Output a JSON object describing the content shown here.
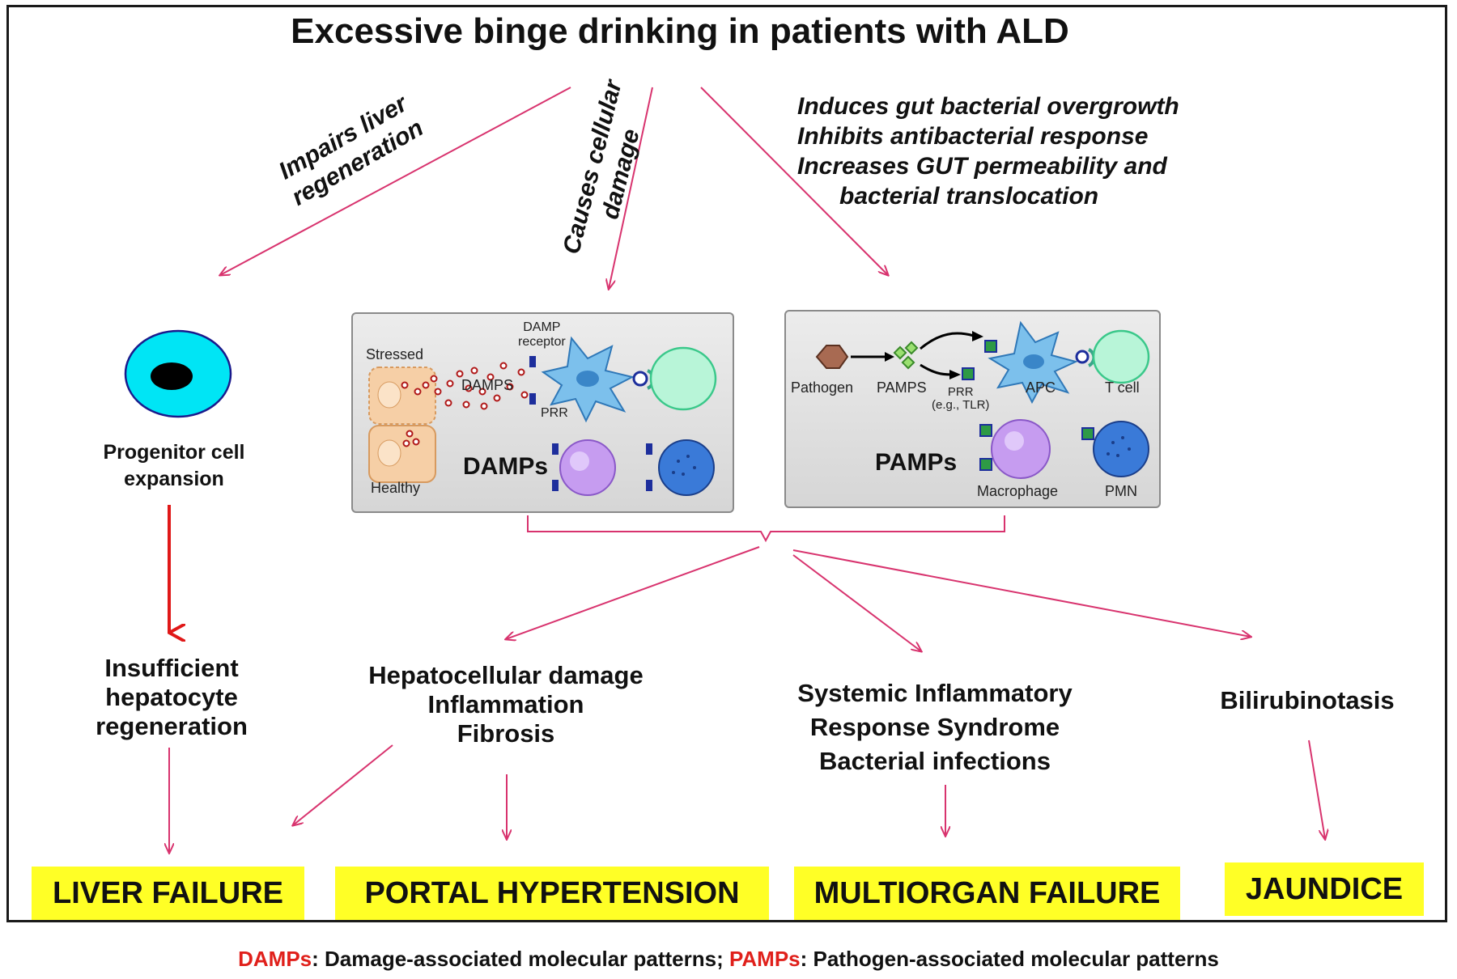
{
  "title": "Excessive binge drinking in patients with ALD",
  "branches": {
    "left": "Impairs liver regeneration",
    "left_line1": "Impairs liver",
    "left_line2": "regeneration",
    "middle_line1": "Causes cellular",
    "middle_line2": "damage",
    "right_lines": [
      "Induces gut bacterial overgrowth",
      "Inhibits antibacterial response",
      "Increases GUT permeability and",
      "bacterial translocation"
    ]
  },
  "progenitor": {
    "line1": "Progenitor cell",
    "line2": "expansion"
  },
  "damps_panel": {
    "stressed": "Stressed",
    "healthy": "Healthy",
    "damp_receptor_line1": "DAMP",
    "damp_receptor_line2": "receptor",
    "damps_small": "DAMPS",
    "prr": "PRR",
    "label": "DAMPs"
  },
  "pamps_panel": {
    "pathogen": "Pathogen",
    "pamps_small": "PAMPS",
    "prr": "PRR",
    "prr_example": "(e.g., TLR)",
    "apc": "APC",
    "tcell": "T cell",
    "macrophage": "Macrophage",
    "pmn": "PMN",
    "label": "PAMPs"
  },
  "consequences": {
    "regen": [
      "Insufficient",
      "hepatocyte",
      "regeneration"
    ],
    "hepato": [
      "Hepatocellular damage",
      "Inflammation",
      "Fibrosis"
    ],
    "sirs": [
      "Systemic Inflammatory",
      "Response Syndrome",
      "Bacterial infections"
    ],
    "bili": "Bilirubinotasis"
  },
  "outcomes": {
    "liver_failure": "LIVER FAILURE",
    "portal_hypertension": "PORTAL HYPERTENSION",
    "multiorgan_failure": "MULTIORGAN FAILURE",
    "jaundice": "JAUNDICE"
  },
  "footnote": {
    "damps_term": "DAMPs",
    "damps_def": ": Damage-associated molecular patterns; ",
    "pamps_term": "PAMPs",
    "pamps_def": ": Pathogen-associated molecular patterns"
  },
  "colors": {
    "arrow": "#d8336e",
    "red_arrow": "#e01818",
    "outcome_fill": "#ffff26",
    "progenitor_cell": "#00e5f5",
    "footnote_terms": "#e0201b"
  }
}
